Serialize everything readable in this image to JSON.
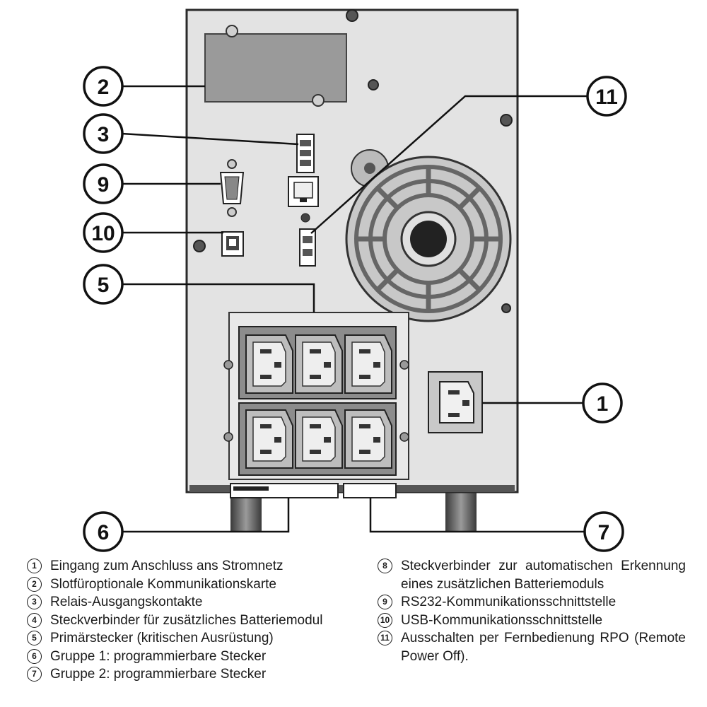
{
  "callouts": [
    {
      "num": "2"
    },
    {
      "num": "3"
    },
    {
      "num": "9"
    },
    {
      "num": "10"
    },
    {
      "num": "11"
    },
    {
      "num": "5"
    },
    {
      "num": "1"
    },
    {
      "num": "6"
    },
    {
      "num": "7"
    }
  ],
  "legend": {
    "left": [
      {
        "num": "1",
        "text": "Eingang zum Anschluss ans Stromnetz"
      },
      {
        "num": "2",
        "text": "Slotfüroptionale Kommunikationskarte"
      },
      {
        "num": "3",
        "text": "Relais-Ausgangskontakte"
      },
      {
        "num": "4",
        "text": "Steckverbinder für zusätzliches Batteriemodul"
      },
      {
        "num": "5",
        "text": "Primärstecker (kritischen Ausrüstung)"
      },
      {
        "num": "6",
        "text": "Gruppe 1: programmierbare Stecker"
      },
      {
        "num": "7",
        "text": "Gruppe 2: programmierbare Stecker"
      }
    ],
    "right": [
      {
        "num": "8",
        "text": "Steckverbinder zur automatischen Erkennung eines zusätzlichen Batteriemoduls"
      },
      {
        "num": "9",
        "text": "RS232-Kommunikationsschnittstelle"
      },
      {
        "num": "10",
        "text": "USB-Kommunikationsschnittstelle"
      },
      {
        "num": "11",
        "text": "Ausschalten per Fernbedienung RPO (Remote Power Off)."
      }
    ]
  }
}
